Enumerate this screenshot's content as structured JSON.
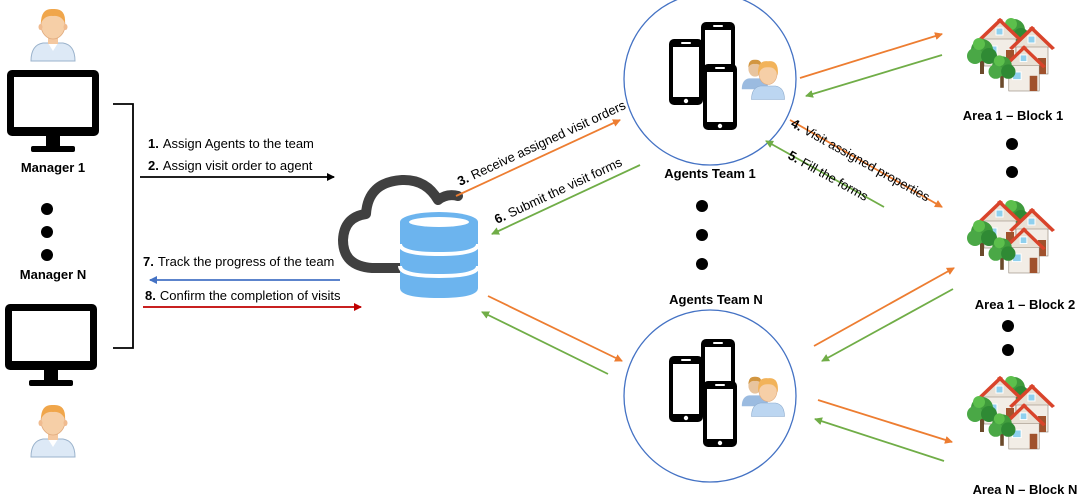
{
  "managers": [
    {
      "name": "Manager 1"
    },
    {
      "name": "Manager N"
    }
  ],
  "teams": [
    {
      "name": "Agents Team 1"
    },
    {
      "name": "Agents Team N"
    }
  ],
  "areas": [
    {
      "name": "Area 1 – Block 1"
    },
    {
      "name": "Area 1 – Block 2"
    },
    {
      "name": "Area N – Block N"
    }
  ],
  "steps": [
    {
      "num": "1.",
      "text": "Assign Agents to the team"
    },
    {
      "num": "2.",
      "text": "Assign visit order to agent"
    },
    {
      "num": "3.",
      "text": "Receive assigned visit orders"
    },
    {
      "num": "4.",
      "text": "Visit assigned properties"
    },
    {
      "num": "5.",
      "text": "Fill the forms"
    },
    {
      "num": "6.",
      "text": "Submit the visit forms"
    },
    {
      "num": "7.",
      "text": "Track the progress of the team"
    },
    {
      "num": "8.",
      "text": "Confirm the completion of visits"
    }
  ],
  "colors": {
    "black_arrow": "#000000",
    "orange_arrow": "#ed7d31",
    "green_arrow": "#70ad47",
    "blue_arrow": "#4472c4",
    "red_arrow": "#c00000",
    "database": "#6cb4ee",
    "cloud": "#404040"
  }
}
